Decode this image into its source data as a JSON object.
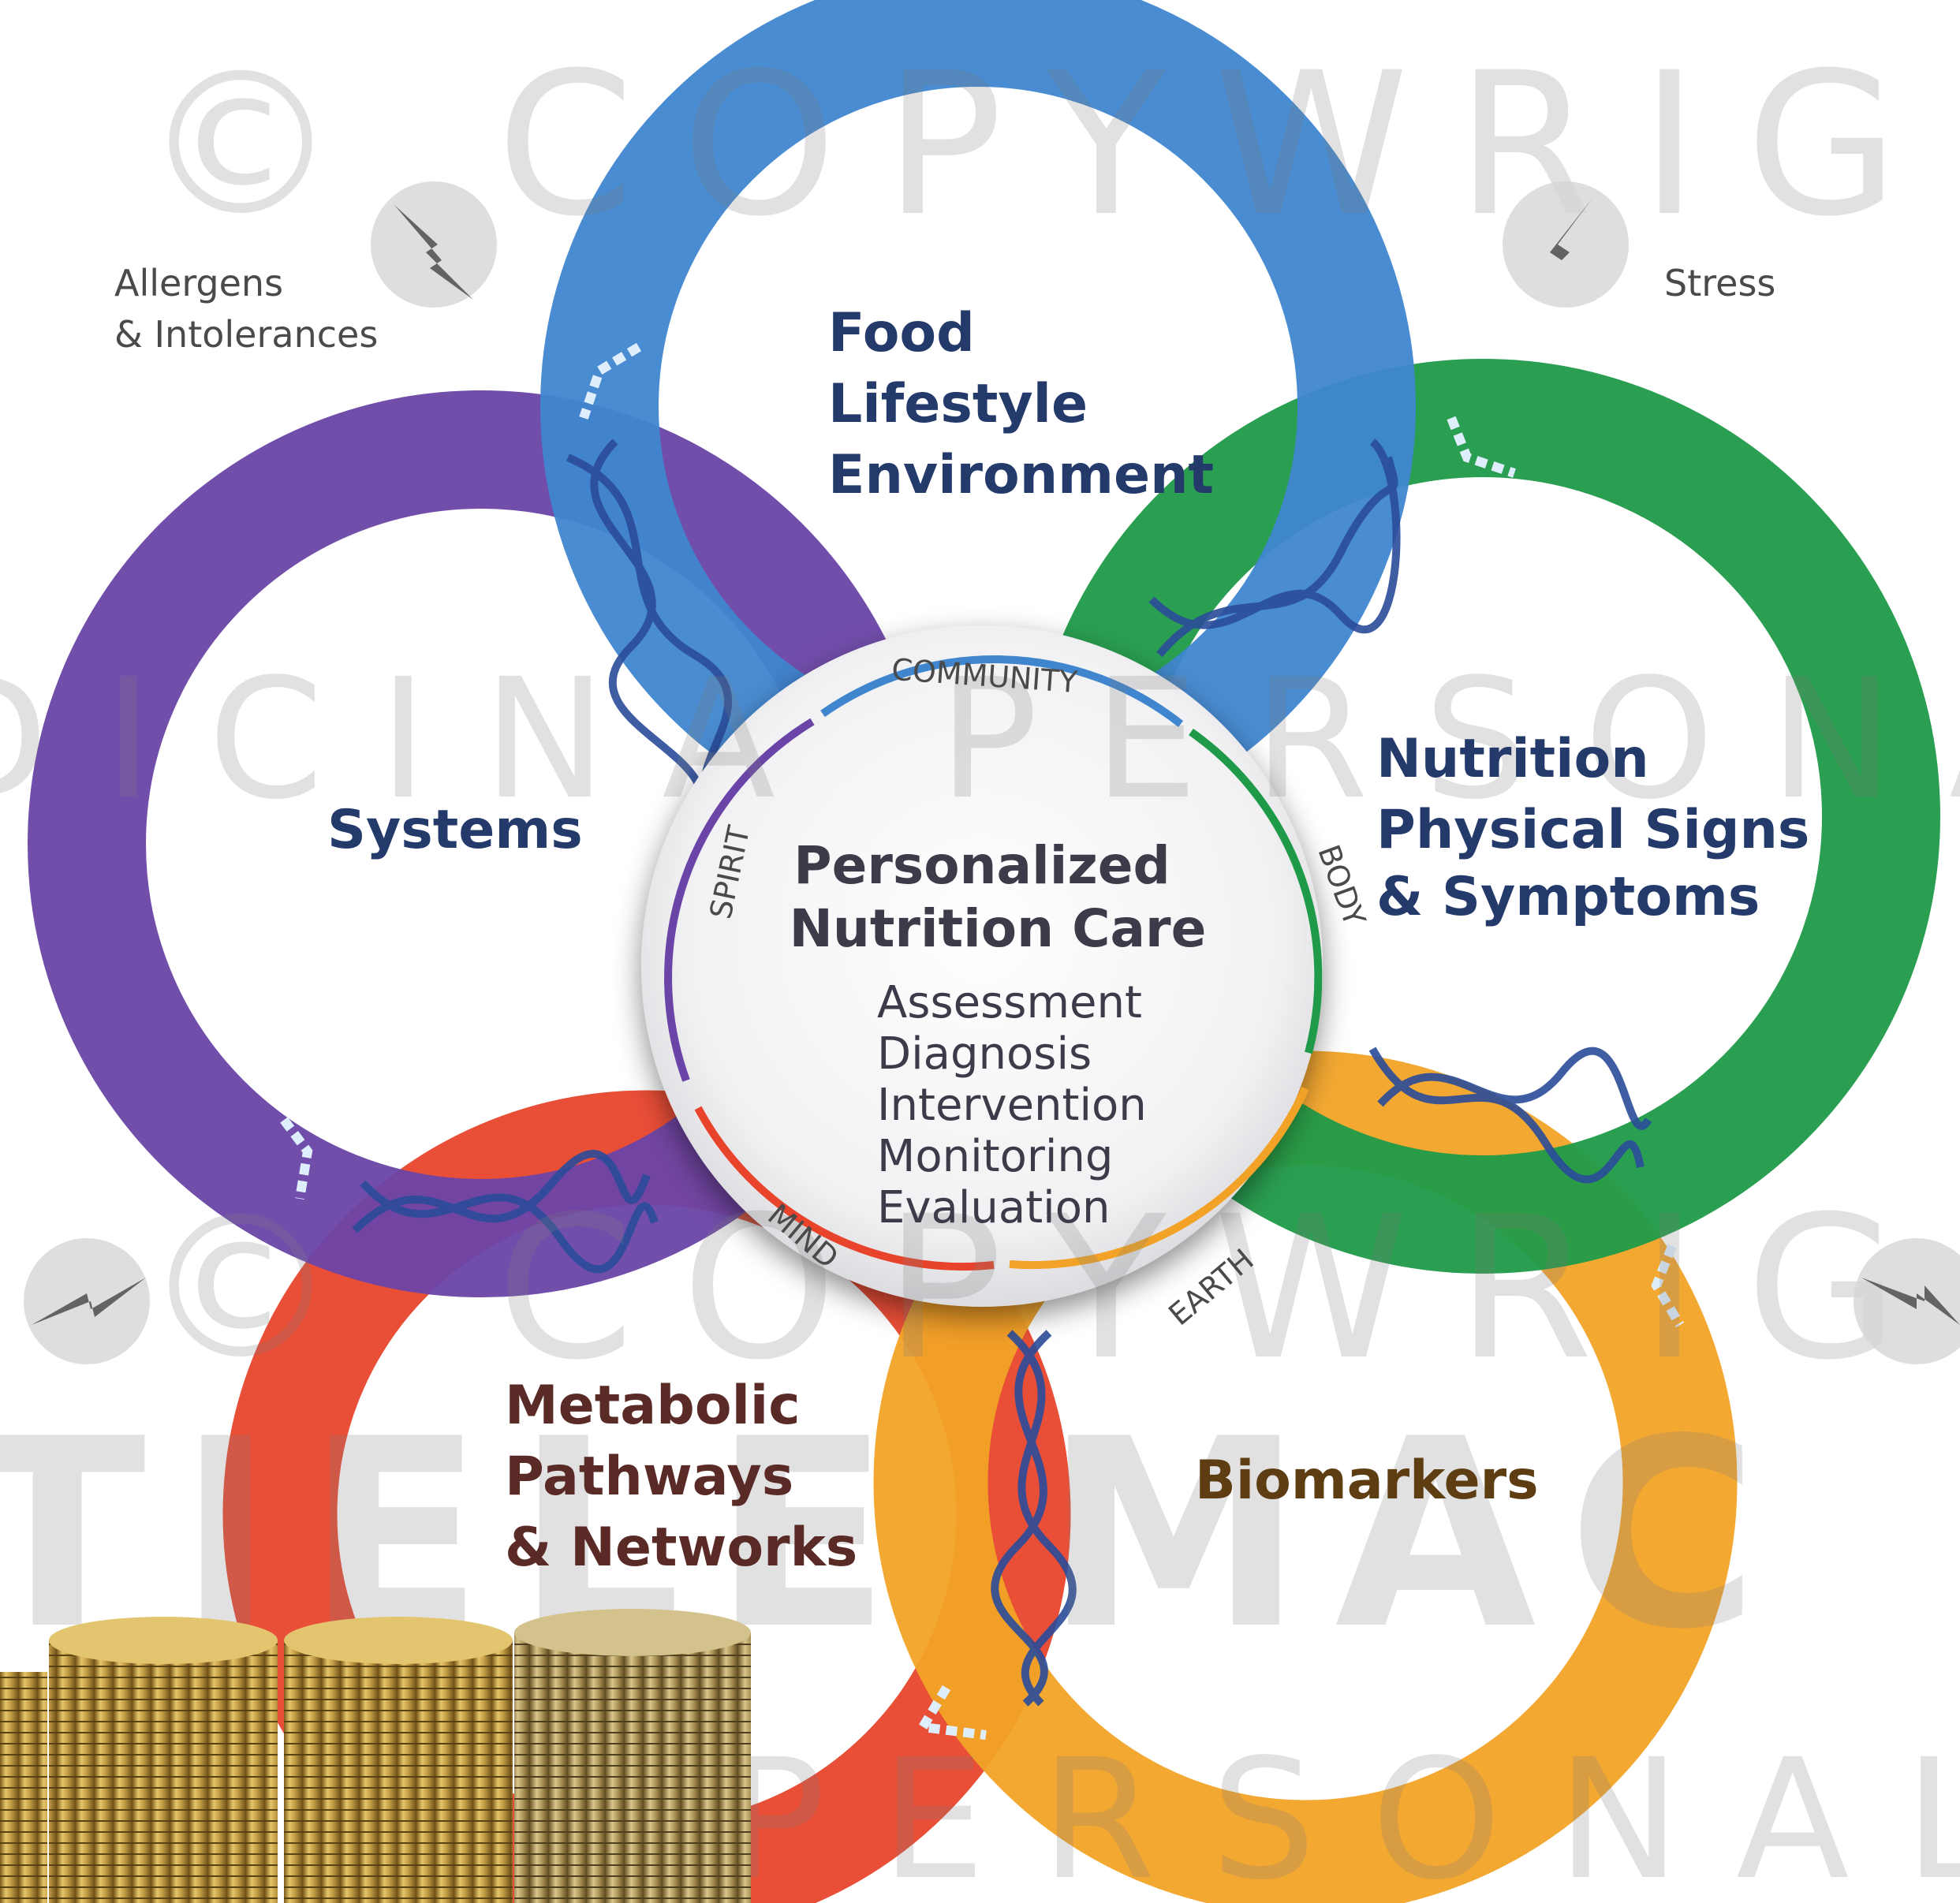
{
  "watermark": {
    "line1": "© COPYWRIGHT",
    "line2": "TIELE MAC",
    "line3": "PERSONALIT",
    "line4": "DICINA PERSONALIZ"
  },
  "side_labels": {
    "allergens_line1": "Allergens",
    "allergens_line2": "& Intolerances",
    "stress": "Stress"
  },
  "rings": {
    "food": {
      "line1": "Food",
      "line2": "Lifestyle",
      "line3": "Environment",
      "color": "#3f86cf"
    },
    "nutrition": {
      "line1": "Nutrition",
      "line2": "Physical Signs",
      "line3": "& Symptoms",
      "color": "#1f9a48"
    },
    "biomarkers": {
      "line1": "Biomarkers",
      "color": "#f2a327"
    },
    "metabolic": {
      "line1": "Metabolic",
      "line2": "Pathways",
      "line3": "& Networks",
      "color": "#e8442c"
    },
    "systems": {
      "line1": "Systems",
      "color": "#6a45a7"
    }
  },
  "center": {
    "title_line1": "Personalized",
    "title_line2": "Nutrition Care",
    "steps": [
      "Assessment",
      "Diagnosis",
      "Intervention",
      "Monitoring",
      "Evaluation"
    ],
    "arc_labels": {
      "community": "COMMUNITY",
      "body": "BODY",
      "earth": "EARTH",
      "mind": "MIND",
      "spirit": "SPIRIT"
    }
  },
  "colors": {
    "label_navy": "#233a6b",
    "dna_blue": "#2b4c9a",
    "coin_gold": "#c9a24a"
  }
}
